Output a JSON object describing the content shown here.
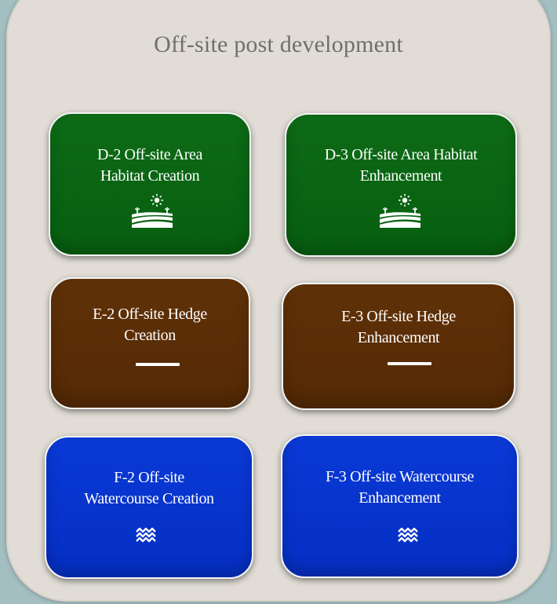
{
  "panel": {
    "title": "Off-site post development"
  },
  "cards": [
    {
      "label": "D-2 Off-site Area\nHabitat Creation",
      "icon": "landscape-icon",
      "color": "#0b6714"
    },
    {
      "label": "D-3 Off-site Area Habitat\nEnhancement",
      "icon": "landscape-icon",
      "color": "#0b6714"
    },
    {
      "label": "E-2 Off-site Hedge\nCreation",
      "icon": "hedge-line-icon",
      "color": "#5c2f07"
    },
    {
      "label": "E-3 Off-site Hedge\nEnhancement",
      "icon": "hedge-line-icon",
      "color": "#5c2f07"
    },
    {
      "label": "F-2 Off-site\nWatercourse Creation",
      "icon": "water-waves-icon",
      "color": "#0836d0"
    },
    {
      "label": "F-3 Off-site Watercourse\nEnhancement",
      "icon": "water-waves-icon",
      "color": "#0836d0"
    }
  ]
}
